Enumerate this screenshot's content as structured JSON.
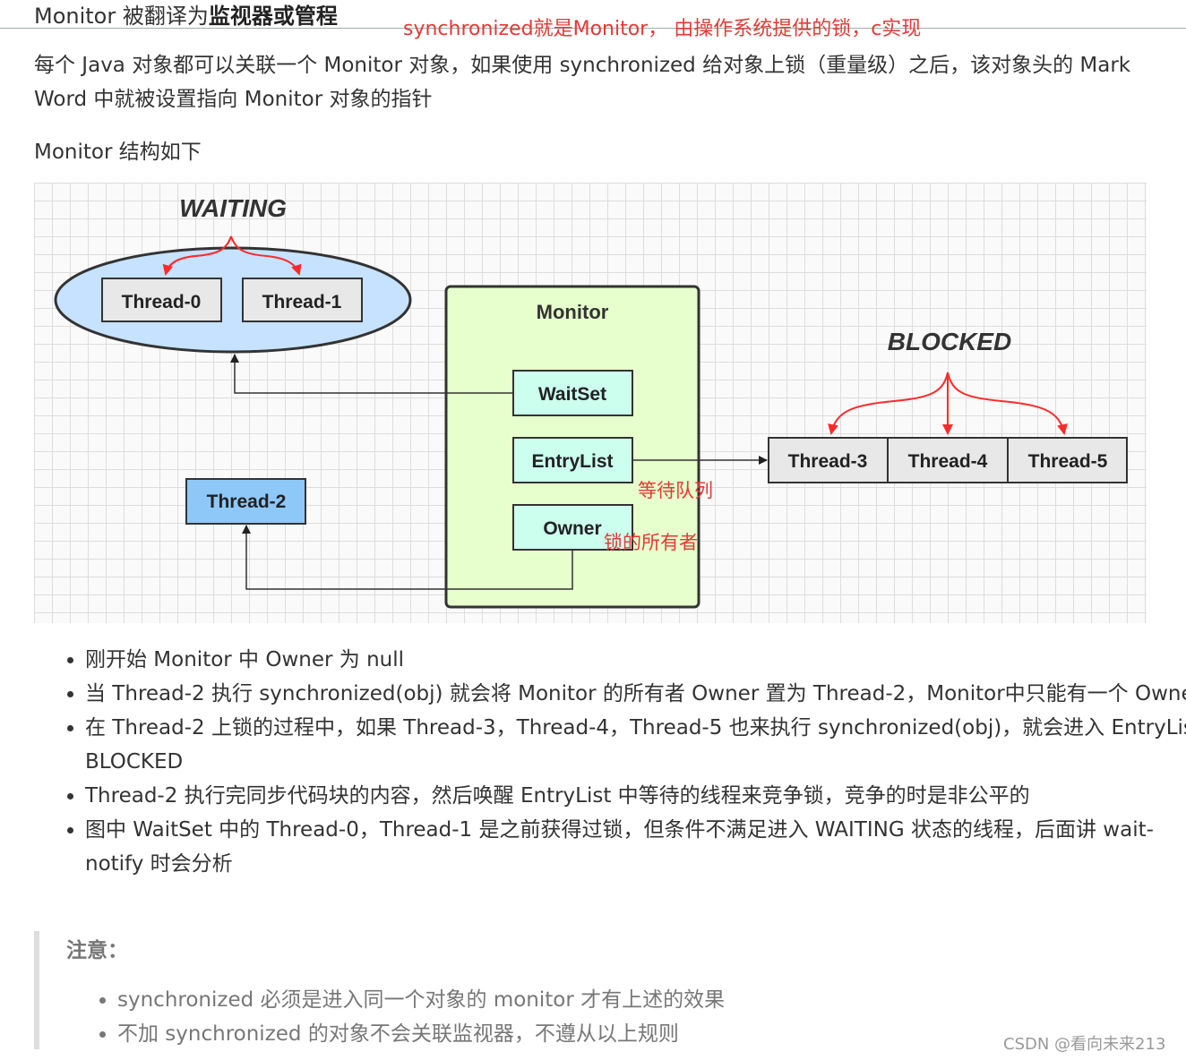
{
  "heading": {
    "prefix": "Monitor 被翻译为",
    "bold": "监视器或管程"
  },
  "annotation_top": "synchronized就是Monitor， 由操作系统提供的锁，c实现",
  "paragraph": "每个 Java 对象都可以关联一个 Monitor 对象，如果使用 synchronized 给对象上锁（重量级）之后，该对象头的 Mark Word 中就被设置指向 Monitor 对象的指针",
  "structure_label": "Monitor 结构如下",
  "diagram": {
    "waiting_label": "WAITING",
    "blocked_label": "BLOCKED",
    "monitor_label": "Monitor",
    "waiting_threads": [
      "Thread-0",
      "Thread-1"
    ],
    "monitor_parts": [
      "WaitSet",
      "EntryList",
      "Owner"
    ],
    "blocked_threads": [
      "Thread-3",
      "Thread-4",
      "Thread-5"
    ],
    "owner_thread": "Thread-2",
    "entrylist_note": "等待队列",
    "owner_note": "锁的所有者",
    "colors": {
      "waiting_fill": "#c6e2ff",
      "monitor_fill": "#e6ffcc",
      "part_fill": "#ccffee",
      "thread2_fill": "#8ec8f8",
      "blocked_fill": "#e8e8e8",
      "arrow_red": "#ff2a2a",
      "note_red": "#e53935"
    }
  },
  "bullets": [
    "刚开始 Monitor 中 Owner 为 null",
    "当 Thread-2 执行 synchronized(obj) 就会将 Monitor 的所有者 Owner 置为 Thread-2，Monitor中只能有一个 Owner",
    "在 Thread-2 上锁的过程中，如果 Thread-3，Thread-4，Thread-5 也来执行 synchronized(obj)，就会进入 EntryList BLOCKED",
    "Thread-2 执行完同步代码块的内容，然后唤醒 EntryList 中等待的线程来竞争锁，竞争的时是非公平的",
    "图中 WaitSet 中的 Thread-0，Thread-1 是之前获得过锁，但条件不满足进入 WAITING 状态的线程，后面讲 wait-notify 时会分析"
  ],
  "note": {
    "title": "注意：",
    "items": [
      "synchronized 必须是进入同一个对象的 monitor 才有上述的效果",
      "不加 synchronized 的对象不会关联监视器，不遵从以上规则"
    ]
  },
  "footer": "CSDN @看向未来213"
}
